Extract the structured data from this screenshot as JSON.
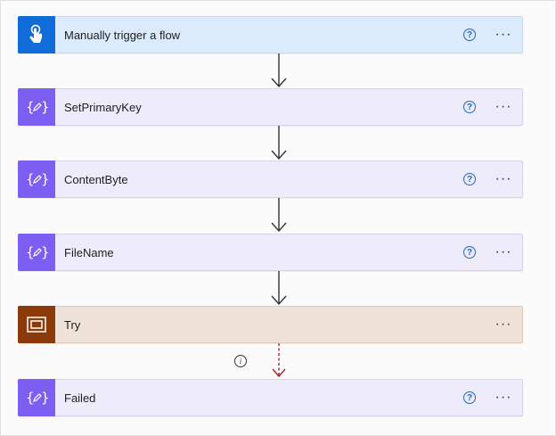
{
  "flow": {
    "steps": [
      {
        "label": "Manually trigger a flow",
        "kind": "trigger",
        "icon": "touch-icon",
        "has_help": true
      },
      {
        "label": "SetPrimaryKey",
        "kind": "variable",
        "icon": "variable-icon",
        "has_help": true
      },
      {
        "label": "ContentByte",
        "kind": "variable",
        "icon": "variable-icon",
        "has_help": true
      },
      {
        "label": "FileName",
        "kind": "variable",
        "icon": "variable-icon",
        "has_help": true
      },
      {
        "label": "Try",
        "kind": "scope",
        "icon": "scope-icon",
        "has_help": false
      },
      {
        "label": "Failed",
        "kind": "variable",
        "icon": "variable-icon",
        "has_help": true
      }
    ],
    "help_glyph": "?",
    "more_glyph": "···",
    "info_glyph": "i"
  },
  "colors": {
    "trigger": "#0f6cd8",
    "variable": "#7c5ff2",
    "scope": "#8c3a0a",
    "run_after_failed": "#a4262c",
    "arrow": "#333333"
  }
}
